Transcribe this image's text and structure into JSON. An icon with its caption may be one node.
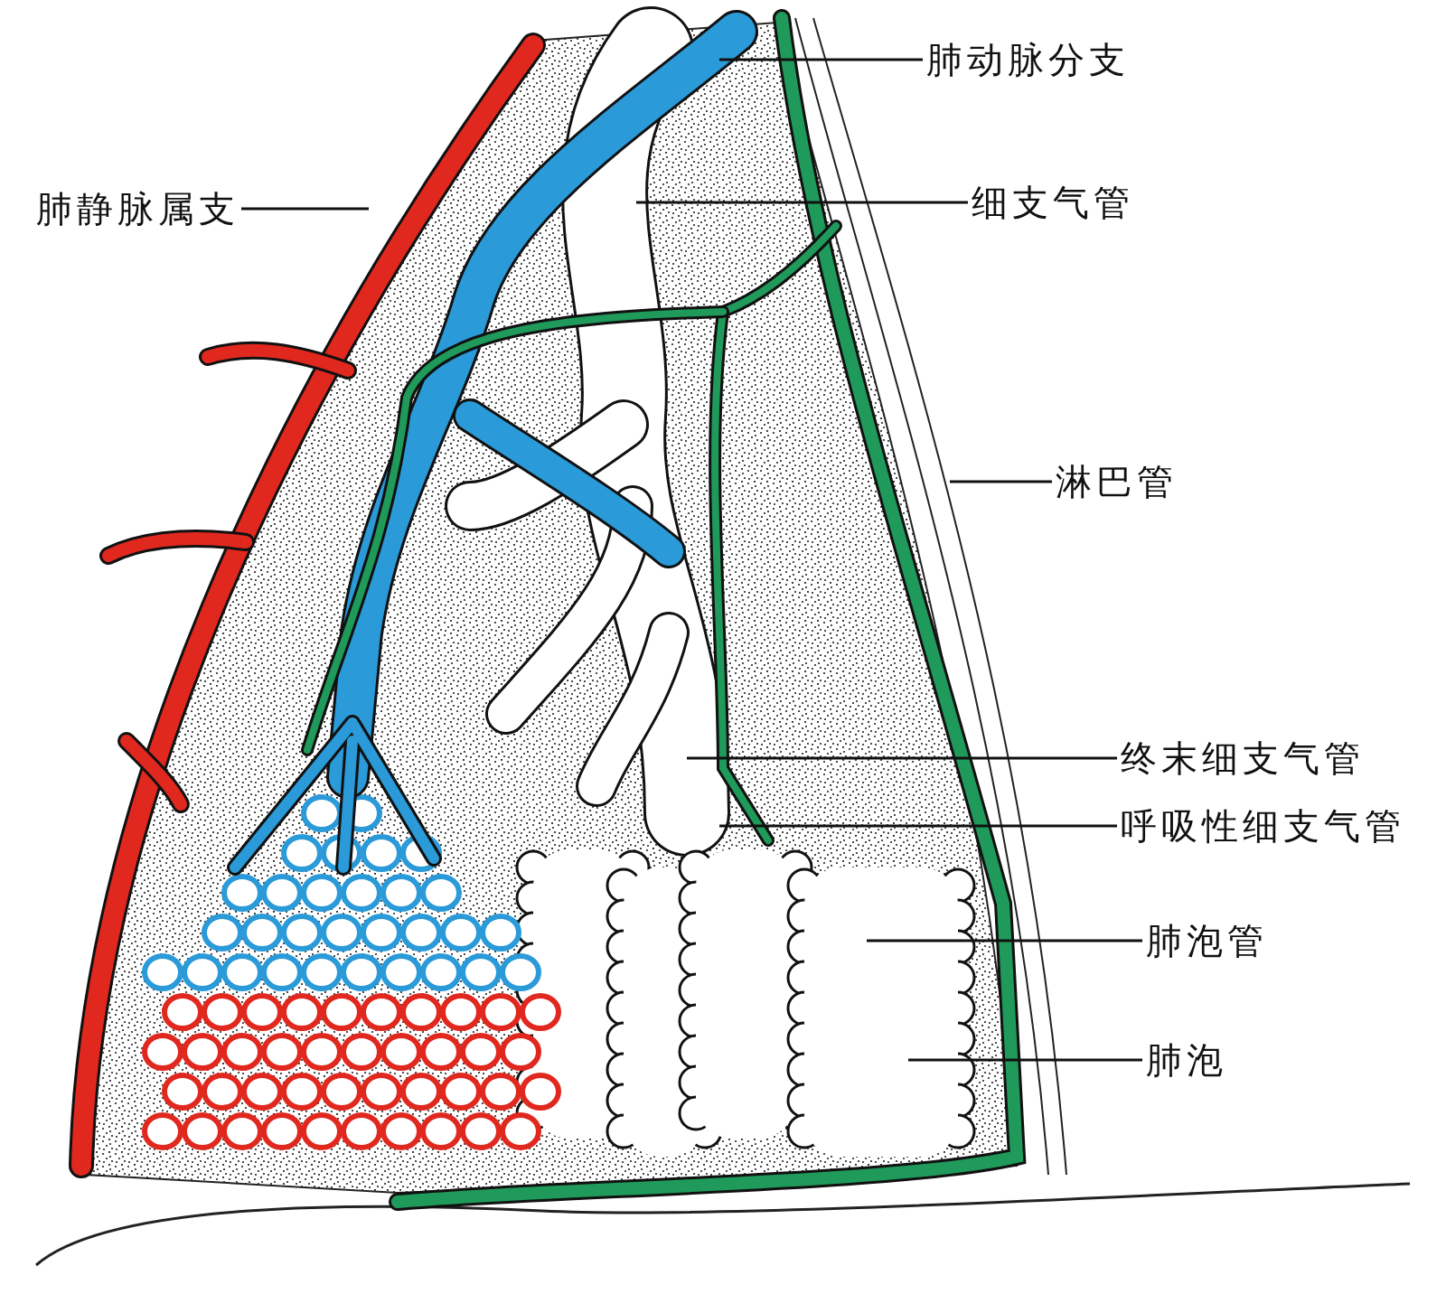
{
  "diagram": {
    "nodes": [
      {
        "text": [
          "肺动脉分支"
        ]
      },
      {
        "text": [
          "细支气管"
        ]
      },
      {
        "text": [
          "肺静脉属支"
        ]
      },
      {
        "text": [
          "淋巴管"
        ]
      },
      {
        "text": [
          "终末细支气管"
        ]
      },
      {
        "text": [
          "呼吸性细支气管"
        ]
      },
      {
        "text": [
          "肺泡管"
        ]
      },
      {
        "text": [
          "肺泡"
        ]
      }
    ],
    "edges": [
      {
        "from": 0,
        "to": null,
        "arrow": "none"
      },
      {
        "from": 1,
        "to": null,
        "arrow": "none"
      },
      {
        "from": 2,
        "to": null,
        "arrow": "none"
      },
      {
        "from": 3,
        "to": null,
        "arrow": "none"
      },
      {
        "from": 4,
        "to": null,
        "arrow": "none"
      },
      {
        "from": 5,
        "to": null,
        "arrow": "none"
      },
      {
        "from": 6,
        "to": null,
        "arrow": "none"
      },
      {
        "from": 7,
        "to": null,
        "arrow": "none"
      }
    ]
  }
}
